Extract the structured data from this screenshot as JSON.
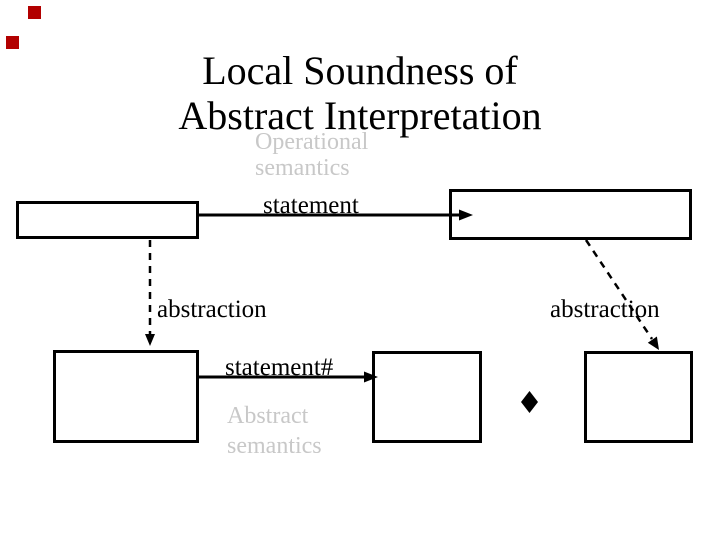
{
  "slide_title": {
    "line1": "Local Soundness of",
    "line2": "Abstract Interpretation"
  },
  "diagram": {
    "operational_semantics_label": {
      "line1": "Operational",
      "line2": "semantics"
    },
    "abstract_semantics_label": {
      "line1": "Abstract",
      "line2": "semantics"
    },
    "statement_arrow_label": "statement",
    "statement_sharp_arrow_label": "statement#",
    "abstraction_left_label": "abstraction",
    "abstraction_right_label": "abstraction"
  },
  "colors": {
    "ink": "#000000",
    "ghost_text": "#c8c8c8",
    "decoration_red": "#b20000",
    "background": "#ffffff"
  }
}
